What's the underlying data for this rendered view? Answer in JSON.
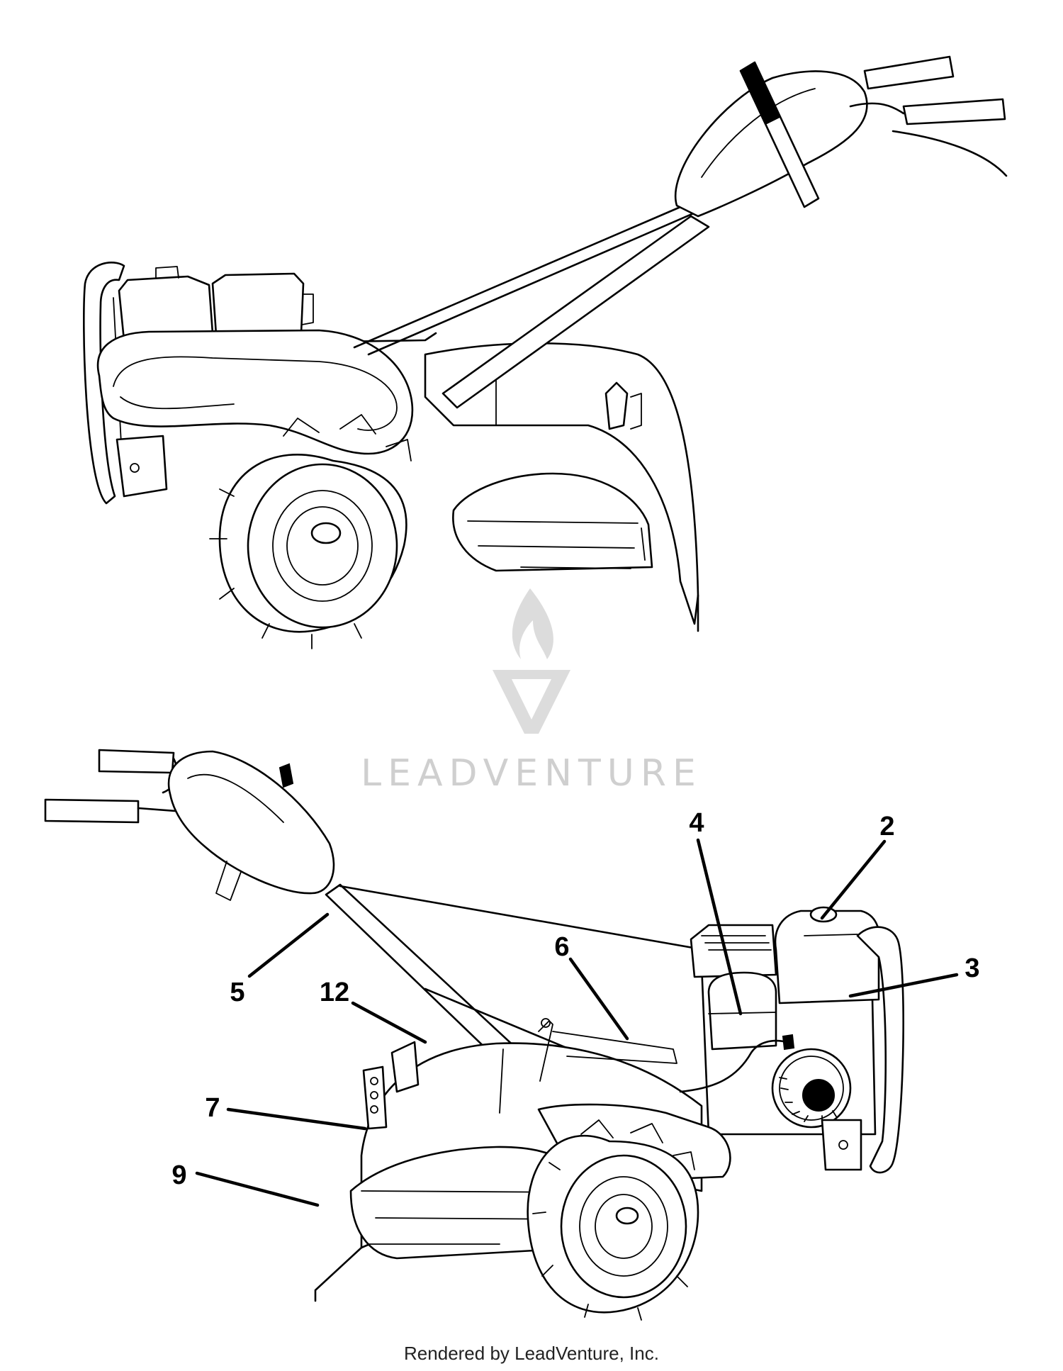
{
  "callouts": {
    "c2": "2",
    "c3": "3",
    "c4": "4",
    "c5": "5",
    "c6": "6",
    "c7": "7",
    "c9": "9",
    "c12": "12"
  },
  "watermark": {
    "text": "LEADVENTURE",
    "color": "#cfcfcf"
  },
  "footer": {
    "text": "Rendered by LeadVenture, Inc."
  },
  "colors": {
    "line": "#000000",
    "background": "#ffffff"
  }
}
